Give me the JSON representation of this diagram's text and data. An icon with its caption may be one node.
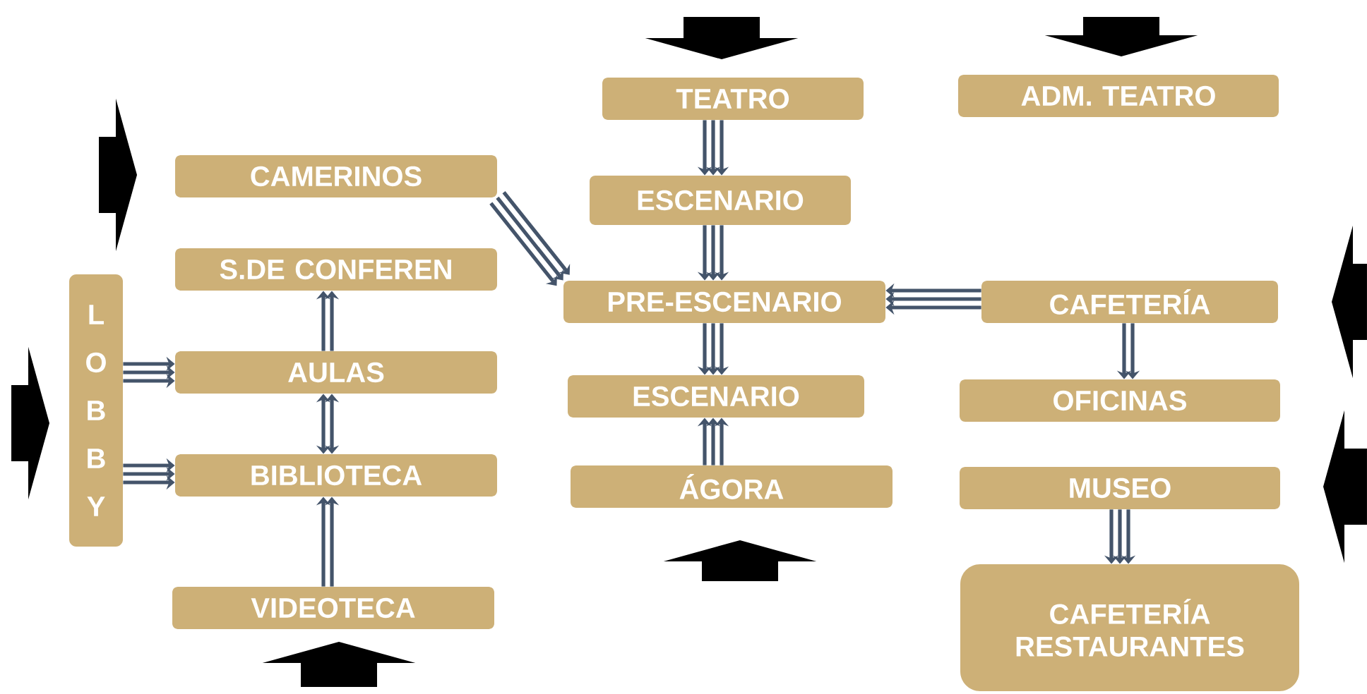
{
  "diagram": {
    "nodes": [
      {
        "text": [
          "TEATRO"
        ]
      },
      {
        "text": [
          "ADM. TEATRO"
        ]
      },
      {
        "text": [
          "CAMERINOS"
        ]
      },
      {
        "text": [
          "ESCENARIO"
        ]
      },
      {
        "text": [
          "S.DE CONFEREN"
        ]
      },
      {
        "text": [
          "LOBBY"
        ]
      },
      {
        "text": [
          "AULAS"
        ]
      },
      {
        "text": [
          "PRE-ESCENARIO"
        ]
      },
      {
        "text": [
          "CAFETERÍA"
        ]
      },
      {
        "text": [
          "ESCENARIO"
        ]
      },
      {
        "text": [
          "OFICINAS"
        ]
      },
      {
        "text": [
          "BIBLIOTECA"
        ]
      },
      {
        "text": [
          "ÁGORA"
        ]
      },
      {
        "text": [
          "MUSEO"
        ]
      },
      {
        "text": [
          "VIDEOTECA"
        ]
      },
      {
        "text": [
          "CAFETERÍA RESTAURANTES"
        ]
      }
    ],
    "edges": [
      {
        "from": 0,
        "to": 3,
        "arrow": "to"
      },
      {
        "from": 3,
        "to": 7,
        "arrow": "to"
      },
      {
        "from": 7,
        "to": 9,
        "arrow": "to"
      },
      {
        "from": 12,
        "to": 9,
        "arrow": "to"
      },
      {
        "from": 2,
        "to": 7,
        "arrow": "to"
      },
      {
        "from": 8,
        "to": 7,
        "arrow": "to"
      },
      {
        "from": 6,
        "to": 4,
        "arrow": "to"
      },
      {
        "from": 11,
        "to": 6,
        "arrow": "both"
      },
      {
        "from": 14,
        "to": 11,
        "arrow": "to"
      },
      {
        "from": 5,
        "to": 6,
        "arrow": "to"
      },
      {
        "from": 5,
        "to": 11,
        "arrow": "to"
      },
      {
        "from": 8,
        "to": 10,
        "arrow": "to"
      },
      {
        "from": 13,
        "to": 15,
        "arrow": "to"
      }
    ]
  }
}
